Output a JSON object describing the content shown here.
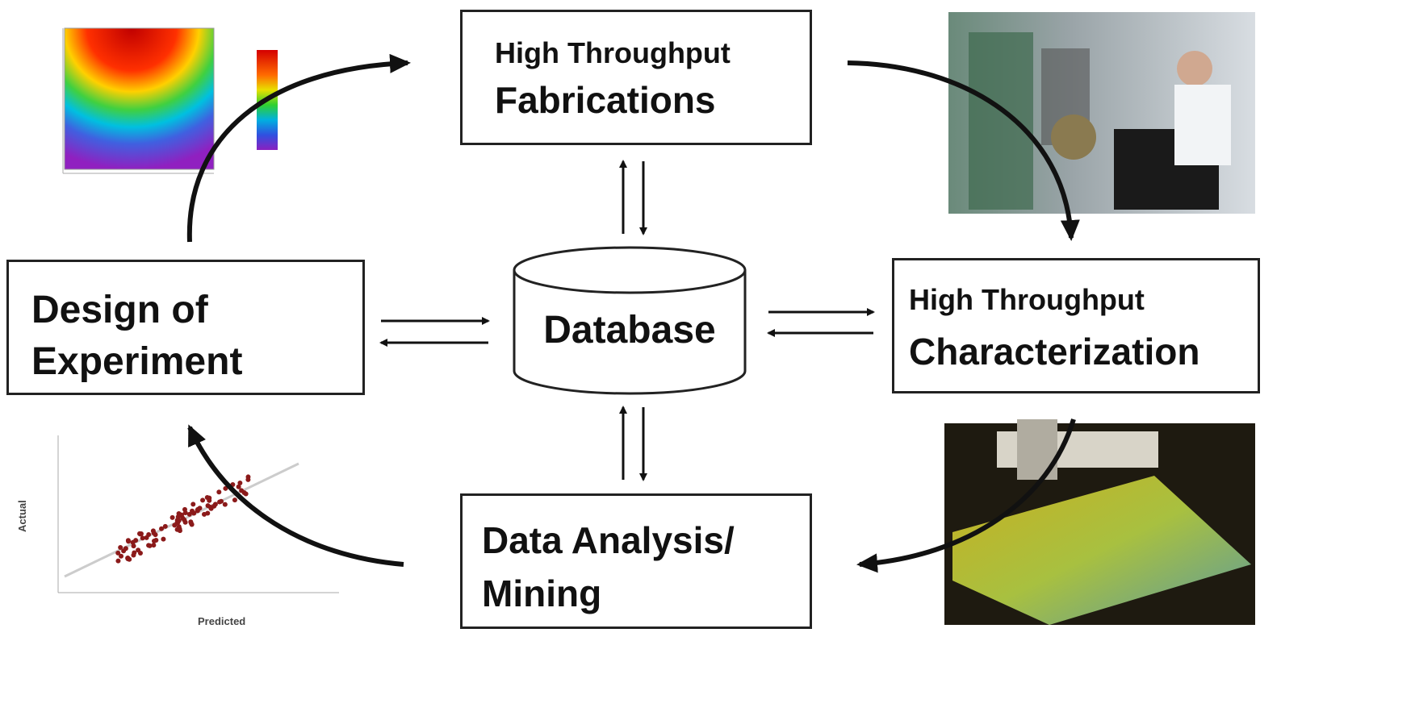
{
  "nodes": {
    "fabrication": {
      "line1": "High Throughput",
      "line2": "Fabrications"
    },
    "design": {
      "line1": "Design of",
      "line2": "Experiment"
    },
    "database": {
      "label": "Database"
    },
    "characterization": {
      "line1": "High Throughput",
      "line2": "Characterization"
    },
    "analysis": {
      "line1": "Data Analysis/",
      "line2": "Mining"
    }
  },
  "scatter_plot": {
    "xlabel": "Predicted",
    "ylabel": "Actual"
  },
  "colors": {
    "line": "#222222",
    "point": "#8b1a1a"
  }
}
